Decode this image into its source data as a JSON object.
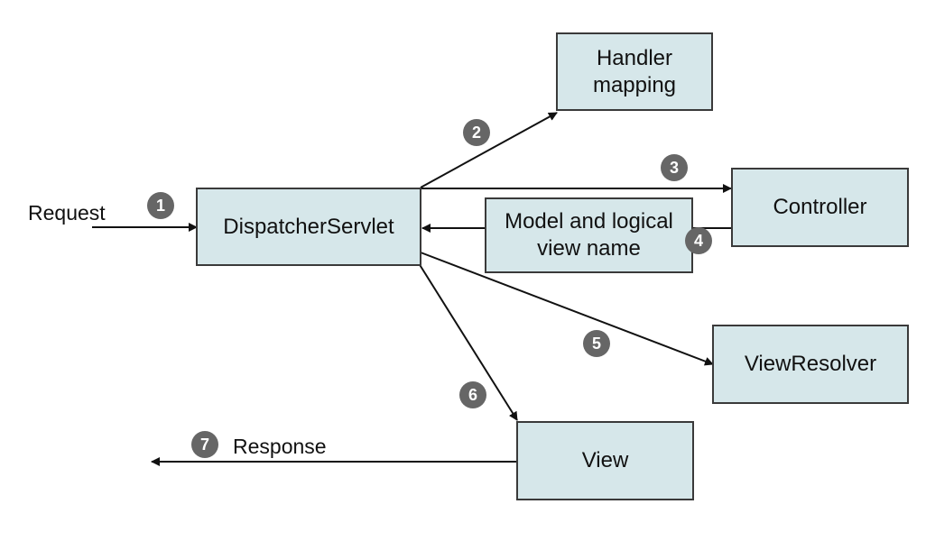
{
  "diagram": {
    "nodes": {
      "dispatcher": "DispatcherServlet",
      "handler_mapping": {
        "line1": "Handler",
        "line2": "mapping"
      },
      "controller": "Controller",
      "model_view": {
        "line1": "Model and logical",
        "line2": "view name"
      },
      "view_resolver": "ViewResolver",
      "view": "View"
    },
    "labels": {
      "request": "Request",
      "response": "Response"
    },
    "steps": [
      "1",
      "2",
      "3",
      "4",
      "5",
      "6",
      "7"
    ]
  },
  "colors": {
    "box_fill": "#d6e7ea",
    "box_border": "#3a3a3a",
    "step_badge": "#666666",
    "arrow": "#111111"
  }
}
